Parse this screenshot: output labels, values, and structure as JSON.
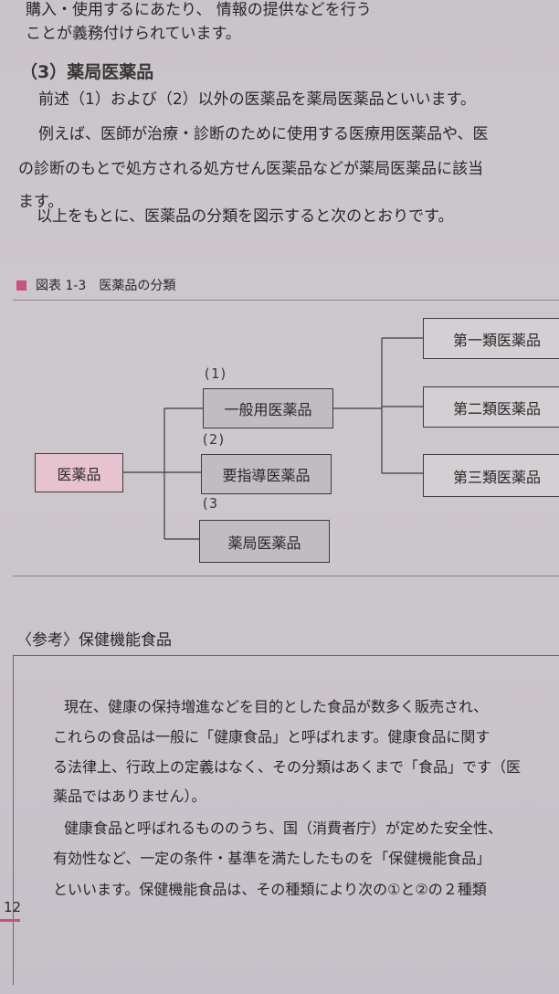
{
  "text": {
    "line1": "購入・使用するにあたり、        情報の提供などを行う",
    "line2": "ことが義務付けられています。",
    "heading3": "（3）薬局医薬品",
    "line3": "前述（1）および（2）以外の医薬品を薬局医薬品といいます。",
    "line4": "例えば、医師が治療・診断のために使用する医療用医薬品や、医",
    "line5": "の診断のもとで処方される処方せん医薬品などが薬局医薬品に該当",
    "line6": "ます。",
    "line7": "以上をもとに、医薬品の分類を図示すると次のとおりです。"
  },
  "figure": {
    "title": "図表 1-3　医薬品の分類",
    "root": "医薬品",
    "mid": [
      "一般用医薬品",
      "要指導医薬品",
      "薬局医薬品"
    ],
    "leaf": [
      "第一類医薬品",
      "第二類医薬品",
      "第三類医薬品"
    ],
    "handwritten": [
      "(1)",
      "(2)",
      "(3"
    ]
  },
  "reference": {
    "title": "〈参考〉保健機能食品",
    "lines": [
      "現在、健康の保持増進などを目的とした食品が数多く販売され、",
      "これらの食品は一般に「健康食品」と呼ばれます。健康食品に関す",
      "る法律上、行政上の定義はなく、その分類はあくまで「食品」です（医",
      "薬品ではありません）。",
      "健康食品と呼ばれるもののうち、国（消費者庁）が定めた安全性、",
      "有効性など、一定の条件・基準を満たしたものを「保健機能食品」",
      "といいます。保健機能食品は、その種類により次の①と②の２種類"
    ]
  },
  "page_number": "12",
  "colors": {
    "accent": "#c8527a",
    "root_fill": "#e7c3cf"
  }
}
